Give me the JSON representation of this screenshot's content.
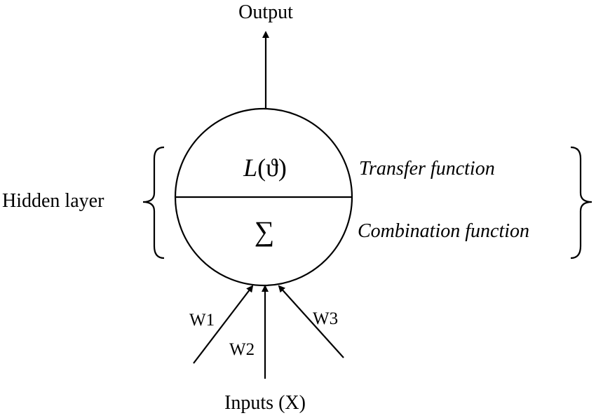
{
  "output_label": "Output",
  "inputs_label": "Inputs (X)",
  "hidden_layer_label": "Hidden layer",
  "transfer_function_label": "Transfer function",
  "combination_function_label": "Combination function",
  "transfer_symbol_letter": "L",
  "transfer_symbol_argument": "(ϑ)",
  "combination_symbol": "∑",
  "weights": [
    "W1",
    "W2",
    "W3"
  ],
  "colors": {
    "stroke": "#000000",
    "background": "#ffffff"
  }
}
